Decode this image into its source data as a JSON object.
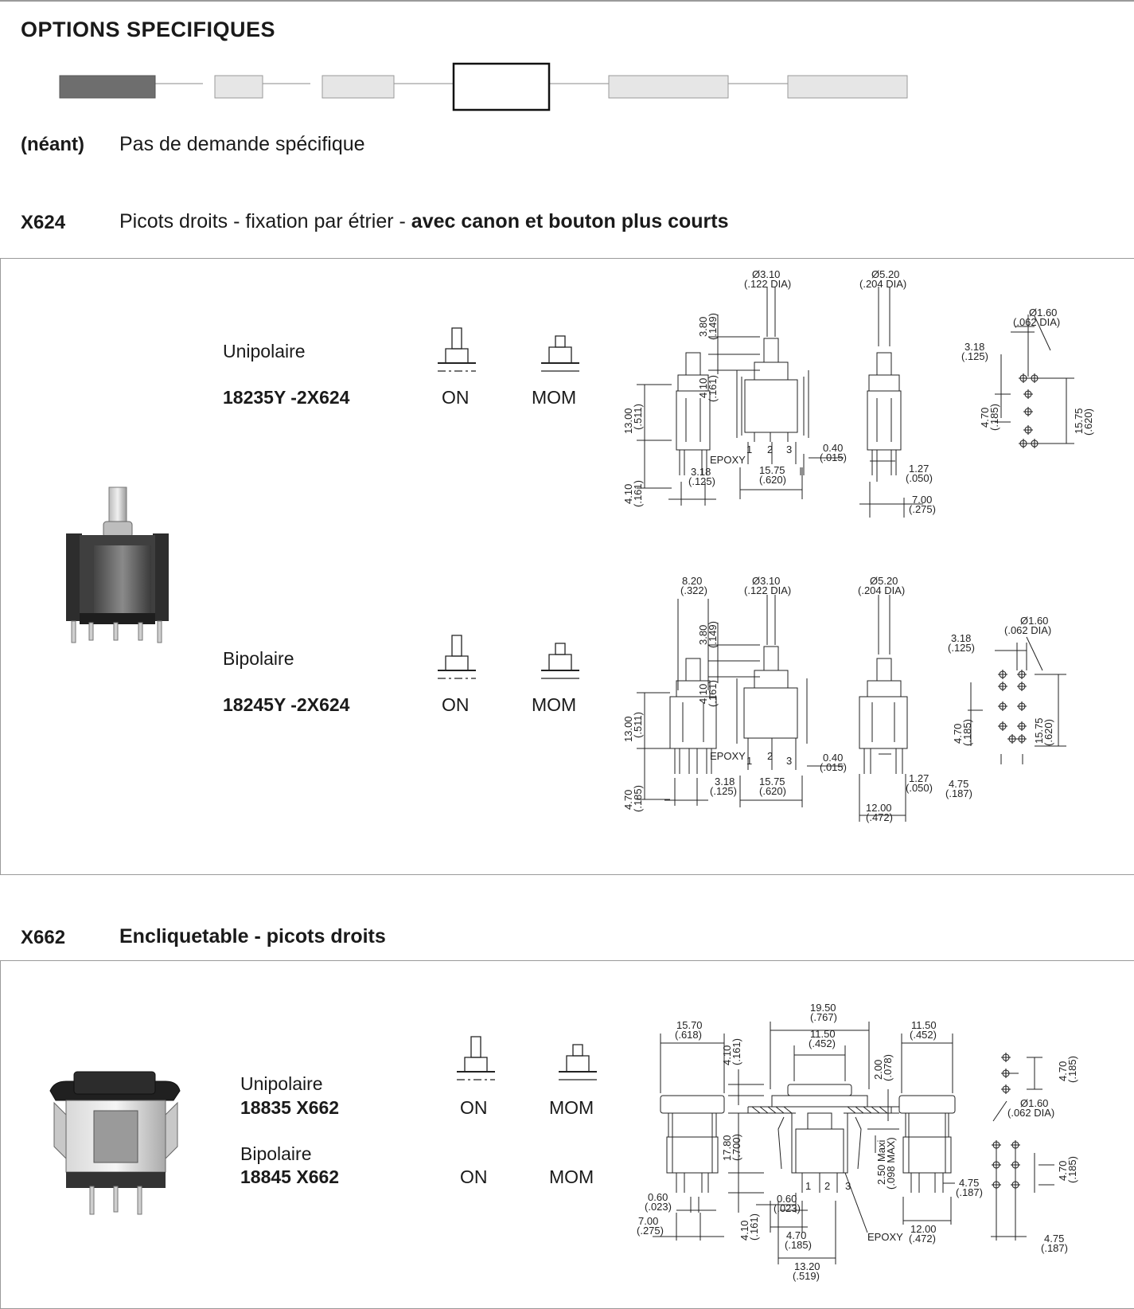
{
  "page": {
    "title": "OPTIONS SPECIFIQUES"
  },
  "option_none": {
    "code": "(néant)",
    "description": "Pas de demande spécifique"
  },
  "option_x624": {
    "code": "X624",
    "description_plain": "Picots droits - fixation par étrier - ",
    "description_bold": "avec canon et bouton plus courts",
    "unipolar": {
      "label": "Unipolaire",
      "part": "18235Y -2X624",
      "on": "ON",
      "mom": "MOM"
    },
    "bipolar": {
      "label": "Bipolaire",
      "part": "18245Y -2X624",
      "on": "ON",
      "mom": "MOM"
    },
    "dims_uni": {
      "d310": "Ø3.10",
      "d310b": "(.122 DIA)",
      "d520": "Ø5.20",
      "d520b": "(.204 DIA)",
      "d160": "Ø1.60",
      "d160b": "(.062 DIA)",
      "v380": "3.80",
      "v380b": "(.149)",
      "v410": "4.10",
      "v410b": "(.161)",
      "v1300": "13.00",
      "v1300b": "(.511)",
      "v410l": "4.10",
      "v410lb": "(.161)",
      "h318": "3.18",
      "h318b": "(.125)",
      "h1575": "15.75",
      "h1575b": "(.620)",
      "h040": "0.40",
      "h040b": "(.015)",
      "h127": "1.27",
      "h127b": "(.050)",
      "h700": "7.00",
      "h700b": "(.275)",
      "p318": "3.18",
      "p318b": "(.125)",
      "p470": "4.70",
      "p470b": "(.185)",
      "p1575": "15.75",
      "p1575b": "(.620)",
      "epoxy": "EPOXY",
      "pin1": "1",
      "pin2": "2",
      "pin3": "3"
    },
    "dims_bi": {
      "h820": "8.20",
      "h820b": "(.322)",
      "d310": "Ø3.10",
      "d310b": "(.122 DIA)",
      "d520": "Ø5.20",
      "d520b": "(.204 DIA)",
      "d160": "Ø1.60",
      "d160b": "(.062 DIA)",
      "v380": "3.80",
      "v380b": "(.149)",
      "v410": "4.10",
      "v410b": "(.161)",
      "v1300": "13.00",
      "v1300b": "(.511)",
      "v470": "4.70",
      "v470b": "(.185)",
      "h318": "3.18",
      "h318b": "(.125)",
      "h1575": "15.75",
      "h1575b": "(.620)",
      "h040": "0.40",
      "h040b": "(.015)",
      "h127": "1.27",
      "h127b": "(.050)",
      "h1200": "12.00",
      "h1200b": "(.472)",
      "p318": "3.18",
      "p318b": "(.125)",
      "p470": "4.70",
      "p470b": "(.185)",
      "p1575": "15.75",
      "p1575b": "(.620)",
      "p475": "4.75",
      "p475b": "(.187)",
      "epoxy": "EPOXY",
      "pin1": "1",
      "pin2": "2",
      "pin3": "3"
    }
  },
  "option_x662": {
    "code": "X662",
    "description": "Encliquetable - picots droits",
    "unipolar": {
      "label": "Unipolaire",
      "part": "18835 X662",
      "on": "ON",
      "mom": "MOM"
    },
    "bipolar": {
      "label": "Bipolaire",
      "part": "18845 X662",
      "on": "ON",
      "mom": "MOM"
    },
    "dims": {
      "h1570": "15.70",
      "h1570b": "(.618)",
      "v410": "4.10",
      "v410b": "(.161)",
      "h1950": "19.50",
      "h1950b": "(.767)",
      "h1150": "11.50",
      "h1150b": "(.452)",
      "v200": "2.00",
      "v200b": "(.078)",
      "h1150r": "11.50",
      "h1150rb": "(.452)",
      "v1780": "17.80",
      "v1780b": "(.700)",
      "v250": "2.50 Maxi",
      "v250b": "(.098 MAX)",
      "h060": "0.60",
      "h060b": "(.023)",
      "h060c": "0.60",
      "h060cb": "(.023)",
      "h700": "7.00",
      "h700b": "(.275)",
      "v410b2": "4.10",
      "v410b2b": "(.161)",
      "h470": "4.70",
      "h470b": "(.185)",
      "h1320": "13.20",
      "h1320b": "(.519)",
      "epoxy": "EPOXY",
      "h1200": "12.00",
      "h1200b": "(.472)",
      "h475": "4.75",
      "h475b": "(.187)",
      "p470a": "4.70",
      "p470ab": "(.185)",
      "d160": "Ø1.60",
      "d160b": "(.062 DIA)",
      "p470b": "4.70",
      "p470bb": "(.185)",
      "p475": "4.75",
      "p475b": "(.187)",
      "pin1": "1",
      "pin2": "2",
      "pin3": "3"
    }
  }
}
